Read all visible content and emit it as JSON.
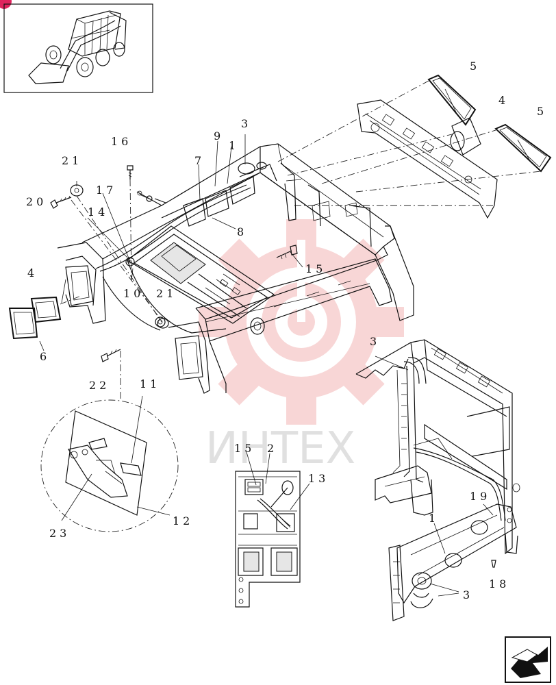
{
  "diagram": {
    "callouts": {
      "c1_top": "1",
      "c1_bottom": "1",
      "c2": "2",
      "c3_top": "3",
      "c3_right": "3",
      "c3_bottom": "3",
      "c4_top": "4",
      "c4_left": "4",
      "c5_a": "5",
      "c5_b": "5",
      "c6": "6",
      "c7": "7",
      "c8": "8",
      "c9": "9",
      "c10": "10",
      "c11": "11",
      "c12": "12",
      "c13": "13",
      "c14": "14",
      "c15_main": "15",
      "c15_detail": "15",
      "c16": "16",
      "c17": "17",
      "c18": "18",
      "c19": "19",
      "c20": "20",
      "c21_a": "21",
      "c21_b": "21",
      "c22": "22",
      "c23": "23"
    },
    "watermark_text": "ИНТЕХ",
    "colors": {
      "linework": "#111111",
      "watermark_gear": "#f4b6b6",
      "watermark_text": "#c8c8c8",
      "badge": "#e0245e"
    },
    "icons": {
      "thumbnail": "skid-steer-loader-icon",
      "nav_arrow": "next-page-arrow-icon",
      "badge": "corner-badge-icon"
    }
  }
}
